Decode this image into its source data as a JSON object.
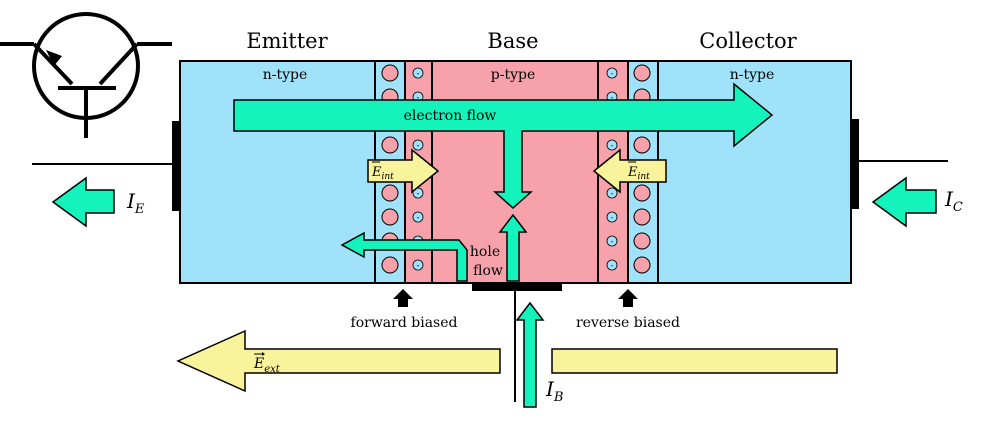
{
  "regions": {
    "emitter": "Emitter",
    "base": "Base",
    "collector": "Collector"
  },
  "doping": {
    "emitter": "n-type",
    "base": "p-type",
    "collector": "n-type"
  },
  "flows": {
    "electron": "electron flow",
    "hole_line1": "hole",
    "hole_line2": "flow"
  },
  "junctions": {
    "emitter_base": "forward biased",
    "base_collector": "reverse biased"
  },
  "currents": {
    "emitter": {
      "symbol": "I",
      "subscript": "E"
    },
    "collector": {
      "symbol": "I",
      "subscript": "C"
    },
    "base": {
      "symbol": "I",
      "subscript": "B"
    }
  },
  "fields": {
    "internal": {
      "symbol": "E",
      "subscript": "int"
    },
    "external": {
      "symbol": "E",
      "subscript": "ext"
    }
  },
  "charges": {
    "minus": "-"
  },
  "colors": {
    "n_region": "#9fe2f9",
    "p_region": "#f7a1ab",
    "flow_arrow": "#15f3bd",
    "field_arrow": "#f9f39b",
    "ion": "#f7a1ab"
  }
}
